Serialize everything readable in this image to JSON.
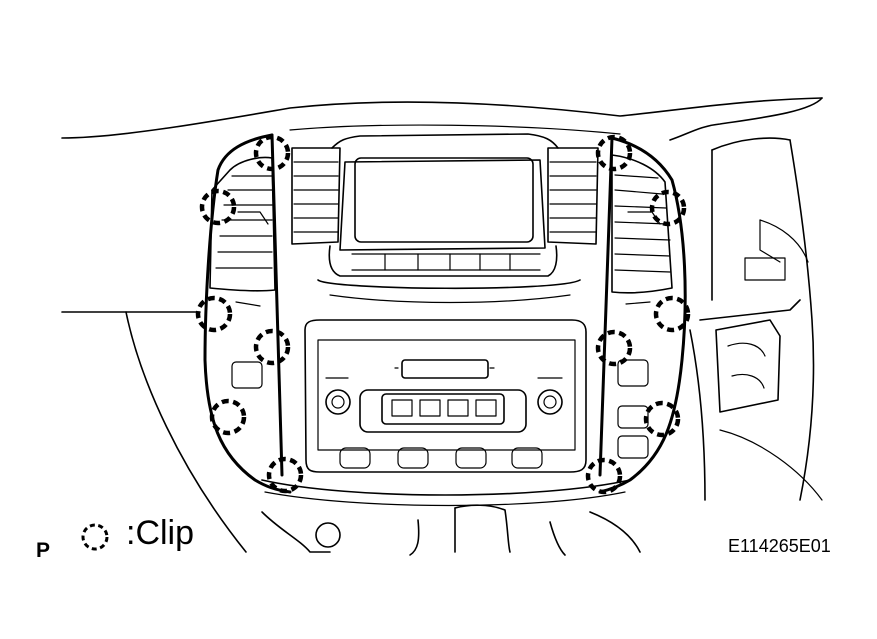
{
  "view_letter": "P",
  "legend": {
    "symbol_icon": "dashed-circle-clip-icon",
    "label": ":Clip"
  },
  "figure_code": "E114265E01",
  "clip_count": 12
}
